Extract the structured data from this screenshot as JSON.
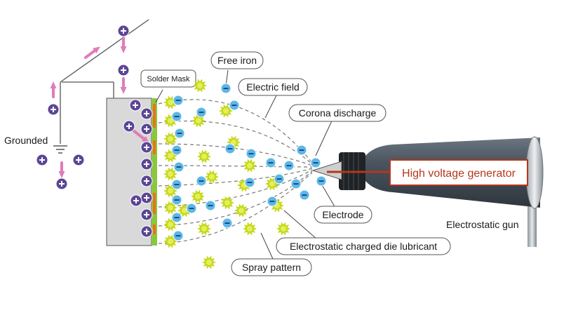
{
  "labels": {
    "grounded": "Grounded",
    "solder_mask": "Solder Mask",
    "free_iron": "Free iron",
    "electric_field": "Electric field",
    "corona_discharge": "Corona discharge",
    "high_voltage_generator": "High voltage generator",
    "electrode": "Electrode",
    "electrostatic_gun": "Electrostatic gun",
    "electrostatic_lubricant": "Electrostatic charged die lubricant",
    "spray_pattern": "Spray pattern"
  },
  "symbols": {
    "positive": "+",
    "negative": "−"
  },
  "colors": {
    "positive_charge": "#5b4596",
    "negative_ion": "#5bb8e8",
    "lubricant_particle": "#c6d81c",
    "arrow": "#e07cb8",
    "plate": "#d9d9d9",
    "solder_strip": "#8cc63f",
    "solder_pad": "#e8731c",
    "gun_body": "#4a5560",
    "generator_text": "#b5361c"
  },
  "icons": [
    "positive-charge-icon",
    "negative-ion-icon",
    "lubricant-particle-icon",
    "charge-flow-arrow-icon"
  ]
}
